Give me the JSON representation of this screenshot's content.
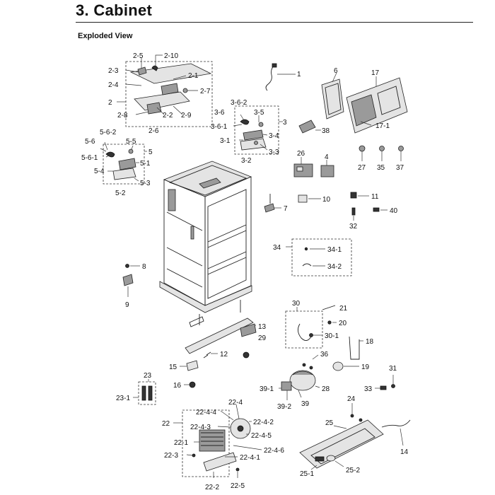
{
  "header": {
    "title": "3.  Cabinet",
    "subtitle": "Exploded View"
  },
  "callouts": [
    {
      "id": "c2_5",
      "text": "2-5"
    },
    {
      "id": "c2_10",
      "text": "2-10"
    },
    {
      "id": "c2_3",
      "text": "2-3"
    },
    {
      "id": "c2_4",
      "text": "2-4"
    },
    {
      "id": "c2_1",
      "text": "2-1"
    },
    {
      "id": "c2_7",
      "text": "2-7"
    },
    {
      "id": "c2",
      "text": "2"
    },
    {
      "id": "c2_8",
      "text": "2-8"
    },
    {
      "id": "c2_2",
      "text": "2-2"
    },
    {
      "id": "c2_9",
      "text": "2-9"
    },
    {
      "id": "c2_6",
      "text": "2-6"
    },
    {
      "id": "c1",
      "text": "1"
    },
    {
      "id": "c6",
      "text": "6"
    },
    {
      "id": "c17",
      "text": "17"
    },
    {
      "id": "c17_1",
      "text": "17-1"
    },
    {
      "id": "c3_6_2",
      "text": "3-6-2"
    },
    {
      "id": "c3_6",
      "text": "3-6"
    },
    {
      "id": "c3_5",
      "text": "3-5"
    },
    {
      "id": "c3",
      "text": "3"
    },
    {
      "id": "c3_6_1",
      "text": "3-6-1"
    },
    {
      "id": "c3_4",
      "text": "3-4"
    },
    {
      "id": "c3_1",
      "text": "3-1"
    },
    {
      "id": "c3_3",
      "text": "3-3"
    },
    {
      "id": "c3_2",
      "text": "3-2"
    },
    {
      "id": "c38",
      "text": "38"
    },
    {
      "id": "c5_6_2",
      "text": "5-6-2"
    },
    {
      "id": "c5_6",
      "text": "5-6"
    },
    {
      "id": "c5_5",
      "text": "5-5"
    },
    {
      "id": "c5",
      "text": "5"
    },
    {
      "id": "c5_6_1",
      "text": "5-6-1"
    },
    {
      "id": "c5_1",
      "text": "5-1"
    },
    {
      "id": "c5_4",
      "text": "5-4"
    },
    {
      "id": "c5_3",
      "text": "5-3"
    },
    {
      "id": "c5_2",
      "text": "5-2"
    },
    {
      "id": "c26",
      "text": "26"
    },
    {
      "id": "c4",
      "text": "4"
    },
    {
      "id": "c27",
      "text": "27"
    },
    {
      "id": "c35",
      "text": "35"
    },
    {
      "id": "c37",
      "text": "37"
    },
    {
      "id": "c7",
      "text": "7"
    },
    {
      "id": "c10",
      "text": "10"
    },
    {
      "id": "c11",
      "text": "11"
    },
    {
      "id": "c40",
      "text": "40"
    },
    {
      "id": "c32",
      "text": "32"
    },
    {
      "id": "c34",
      "text": "34"
    },
    {
      "id": "c34_1",
      "text": "34-1"
    },
    {
      "id": "c34_2",
      "text": "34-2"
    },
    {
      "id": "c8",
      "text": "8"
    },
    {
      "id": "c9",
      "text": "9"
    },
    {
      "id": "c30",
      "text": "30"
    },
    {
      "id": "c21",
      "text": "21"
    },
    {
      "id": "c20",
      "text": "20"
    },
    {
      "id": "c30_1",
      "text": "30-1"
    },
    {
      "id": "c13",
      "text": "13"
    },
    {
      "id": "c29",
      "text": "29"
    },
    {
      "id": "c18",
      "text": "18"
    },
    {
      "id": "c12",
      "text": "12"
    },
    {
      "id": "c36",
      "text": "36"
    },
    {
      "id": "c19",
      "text": "19"
    },
    {
      "id": "c15",
      "text": "15"
    },
    {
      "id": "c31",
      "text": "31"
    },
    {
      "id": "c16",
      "text": "16"
    },
    {
      "id": "c23",
      "text": "23"
    },
    {
      "id": "c23_1",
      "text": "23-1"
    },
    {
      "id": "c39_1",
      "text": "39-1"
    },
    {
      "id": "c28",
      "text": "28"
    },
    {
      "id": "c33",
      "text": "33"
    },
    {
      "id": "c39_2",
      "text": "39-2"
    },
    {
      "id": "c39",
      "text": "39"
    },
    {
      "id": "c24",
      "text": "24"
    },
    {
      "id": "c22_4",
      "text": "22-4"
    },
    {
      "id": "c22_4_4",
      "text": "22-4-4"
    },
    {
      "id": "c22",
      "text": "22"
    },
    {
      "id": "c22_4_2",
      "text": "22-4-2"
    },
    {
      "id": "c22_4_3",
      "text": "22-4-3"
    },
    {
      "id": "c22_4_5",
      "text": "22-4-5"
    },
    {
      "id": "c22_1",
      "text": "22-1"
    },
    {
      "id": "c22_4_6",
      "text": "22-4-6"
    },
    {
      "id": "c22_3",
      "text": "22-3"
    },
    {
      "id": "c22_4_1",
      "text": "22-4-1"
    },
    {
      "id": "c22_2",
      "text": "22-2"
    },
    {
      "id": "c22_5",
      "text": "22-5"
    },
    {
      "id": "c25",
      "text": "25"
    },
    {
      "id": "c14",
      "text": "14"
    },
    {
      "id": "c25_1",
      "text": "25-1"
    },
    {
      "id": "c25_2",
      "text": "25-2"
    }
  ]
}
